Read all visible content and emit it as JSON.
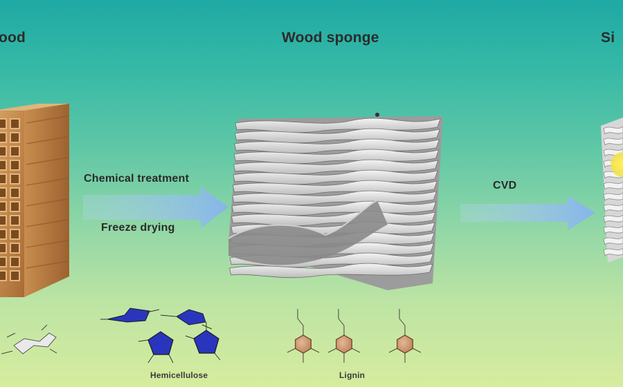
{
  "titles": {
    "wood": "ood",
    "sponge": "Wood sponge",
    "product": "Si"
  },
  "steps": {
    "chemical": "Chemical treatment",
    "freeze": "Freeze drying",
    "cvd": "CVD"
  },
  "chemicals": {
    "hemicellulose": "Hemicellulose",
    "lignin": "Lignin"
  },
  "colors": {
    "arrow": "#8fb8f2",
    "wood": "#c98f4f",
    "sponge": "#e8e8e8",
    "pentagon": "#2733b8",
    "lignin_ring": "#c9926a"
  }
}
